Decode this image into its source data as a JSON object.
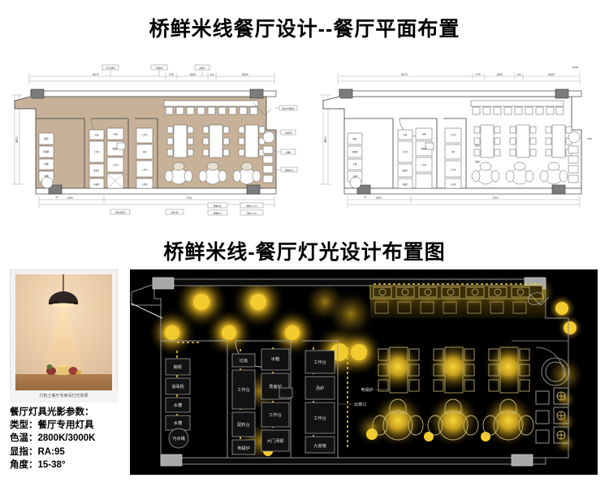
{
  "titles": {
    "plan_title": "桥鲜米线餐厅设计--餐厅平面布置",
    "lighting_title": "桥鲜米线-餐厅灯光设计布置图"
  },
  "photo": {
    "caption": "灯柏士餐厅专用吊灯光效果",
    "alt_name": "pendant-lamp-photo"
  },
  "lighting_params": {
    "heading": "餐厅灯具光影参数：",
    "rows": [
      {
        "label": "类型：",
        "value": "餐厅专用灯具"
      },
      {
        "label": "色温：",
        "value": "2800K/3000K"
      },
      {
        "label": "显指：",
        "value": "RA:95"
      },
      {
        "label": "角度：",
        "value": "15-38°"
      }
    ]
  },
  "floor_plan": {
    "kitchen_labels": [
      "碗柜",
      "消毒柜",
      "水槽",
      "水槽",
      "水槽",
      "污水桶",
      "垃圾",
      "工作台",
      "配料台",
      "电磁炉",
      "冰箱",
      "蒸面炉",
      "工作台",
      "大门汤锅",
      "工作台",
      "汤炉",
      "工作台",
      "九宫格"
    ],
    "annotation_labels": [
      "出菜口",
      "电磁炉",
      "洗手台",
      "备餐台",
      "收银台",
      "服务台"
    ],
    "callouts_right": [
      "基本(主要)餐桌位",
      "过道照明",
      "走廊柱",
      "墙体柱(右)"
    ],
    "callouts_top": [
      "活平台造型",
      "对靠柱料",
      "装饰柱"
    ],
    "callouts_bottom": [
      "对称木造样式",
      "墙面-H枢",
      "备餐柜(右)",
      "备餐柜(左)",
      "电器600x1200",
      "电器800x400"
    ],
    "dimensions": {
      "top_chain": [
        "5070",
        "275",
        "1500",
        "305",
        "6600"
      ],
      "top_overall": "13600",
      "bottom_chain": [
        "1400",
        "7210"
      ],
      "bottom_left": "50",
      "left_chain": [
        "900",
        "1200",
        "900"
      ],
      "left_overall": "4800"
    }
  },
  "colors": {
    "floor_fill": "#c7b299",
    "wall_line": "#333333",
    "lighting_bg": "#000000",
    "glow_warm": "#e8b923",
    "glow_core": "#f5cf3a",
    "fixture_outline": "#b9b9b9",
    "title_color": "#000000"
  },
  "lighting_plan": {
    "zone_labels": [
      "碗柜",
      "消毒柜",
      "水槽",
      "水槽",
      "水槽",
      "污水桶",
      "垃圾",
      "工作台",
      "配料台",
      "电磁炉",
      "冰箱",
      "蒸面炉",
      "工作台",
      "大门汤锅",
      "工作台",
      "汤炉",
      "工作台",
      "九宫格",
      "出菜口",
      "电磁炉"
    ]
  }
}
